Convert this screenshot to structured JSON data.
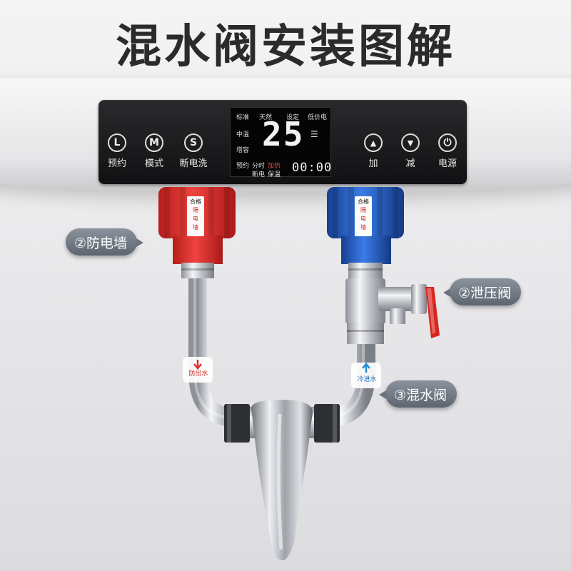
{
  "title": "混水阀安装图解",
  "panel": {
    "buttons_left": [
      {
        "glyph": "L",
        "label": "预约"
      },
      {
        "glyph": "M",
        "label": "模式"
      },
      {
        "glyph": "S",
        "label": "断电洗"
      }
    ],
    "buttons_right": [
      {
        "glyph": "▲",
        "label": "加"
      },
      {
        "glyph": "▼",
        "label": "减"
      },
      {
        "glyph": "⏻",
        "label": "电源"
      }
    ],
    "lcd": {
      "top_labels": [
        "标准",
        "天然",
        "设定",
        "低价电"
      ],
      "left_labels": [
        "中温",
        "增容"
      ],
      "bottom_left": [
        "预约",
        "分时",
        "加热"
      ],
      "bottom_mid": [
        "断电",
        "保温"
      ],
      "temperature": "25",
      "clock": "00:00"
    }
  },
  "fittings": {
    "red_tag": [
      "合格",
      "隔",
      "电",
      "墙"
    ],
    "blue_tag": [
      "合格",
      "隔",
      "电",
      "墙"
    ],
    "hot_outlet_label": "防出水",
    "cold_inlet_label": "冷进水"
  },
  "callouts": {
    "anti_shock_wall": "②防电墙",
    "relief_valve": "②泄压阀",
    "mixing_valve": "③混水阀"
  },
  "colors": {
    "hot": "#e2312e",
    "cold": "#1f5fcc",
    "chrome": "#c9ccd1",
    "handle_red": "#d8261f"
  }
}
